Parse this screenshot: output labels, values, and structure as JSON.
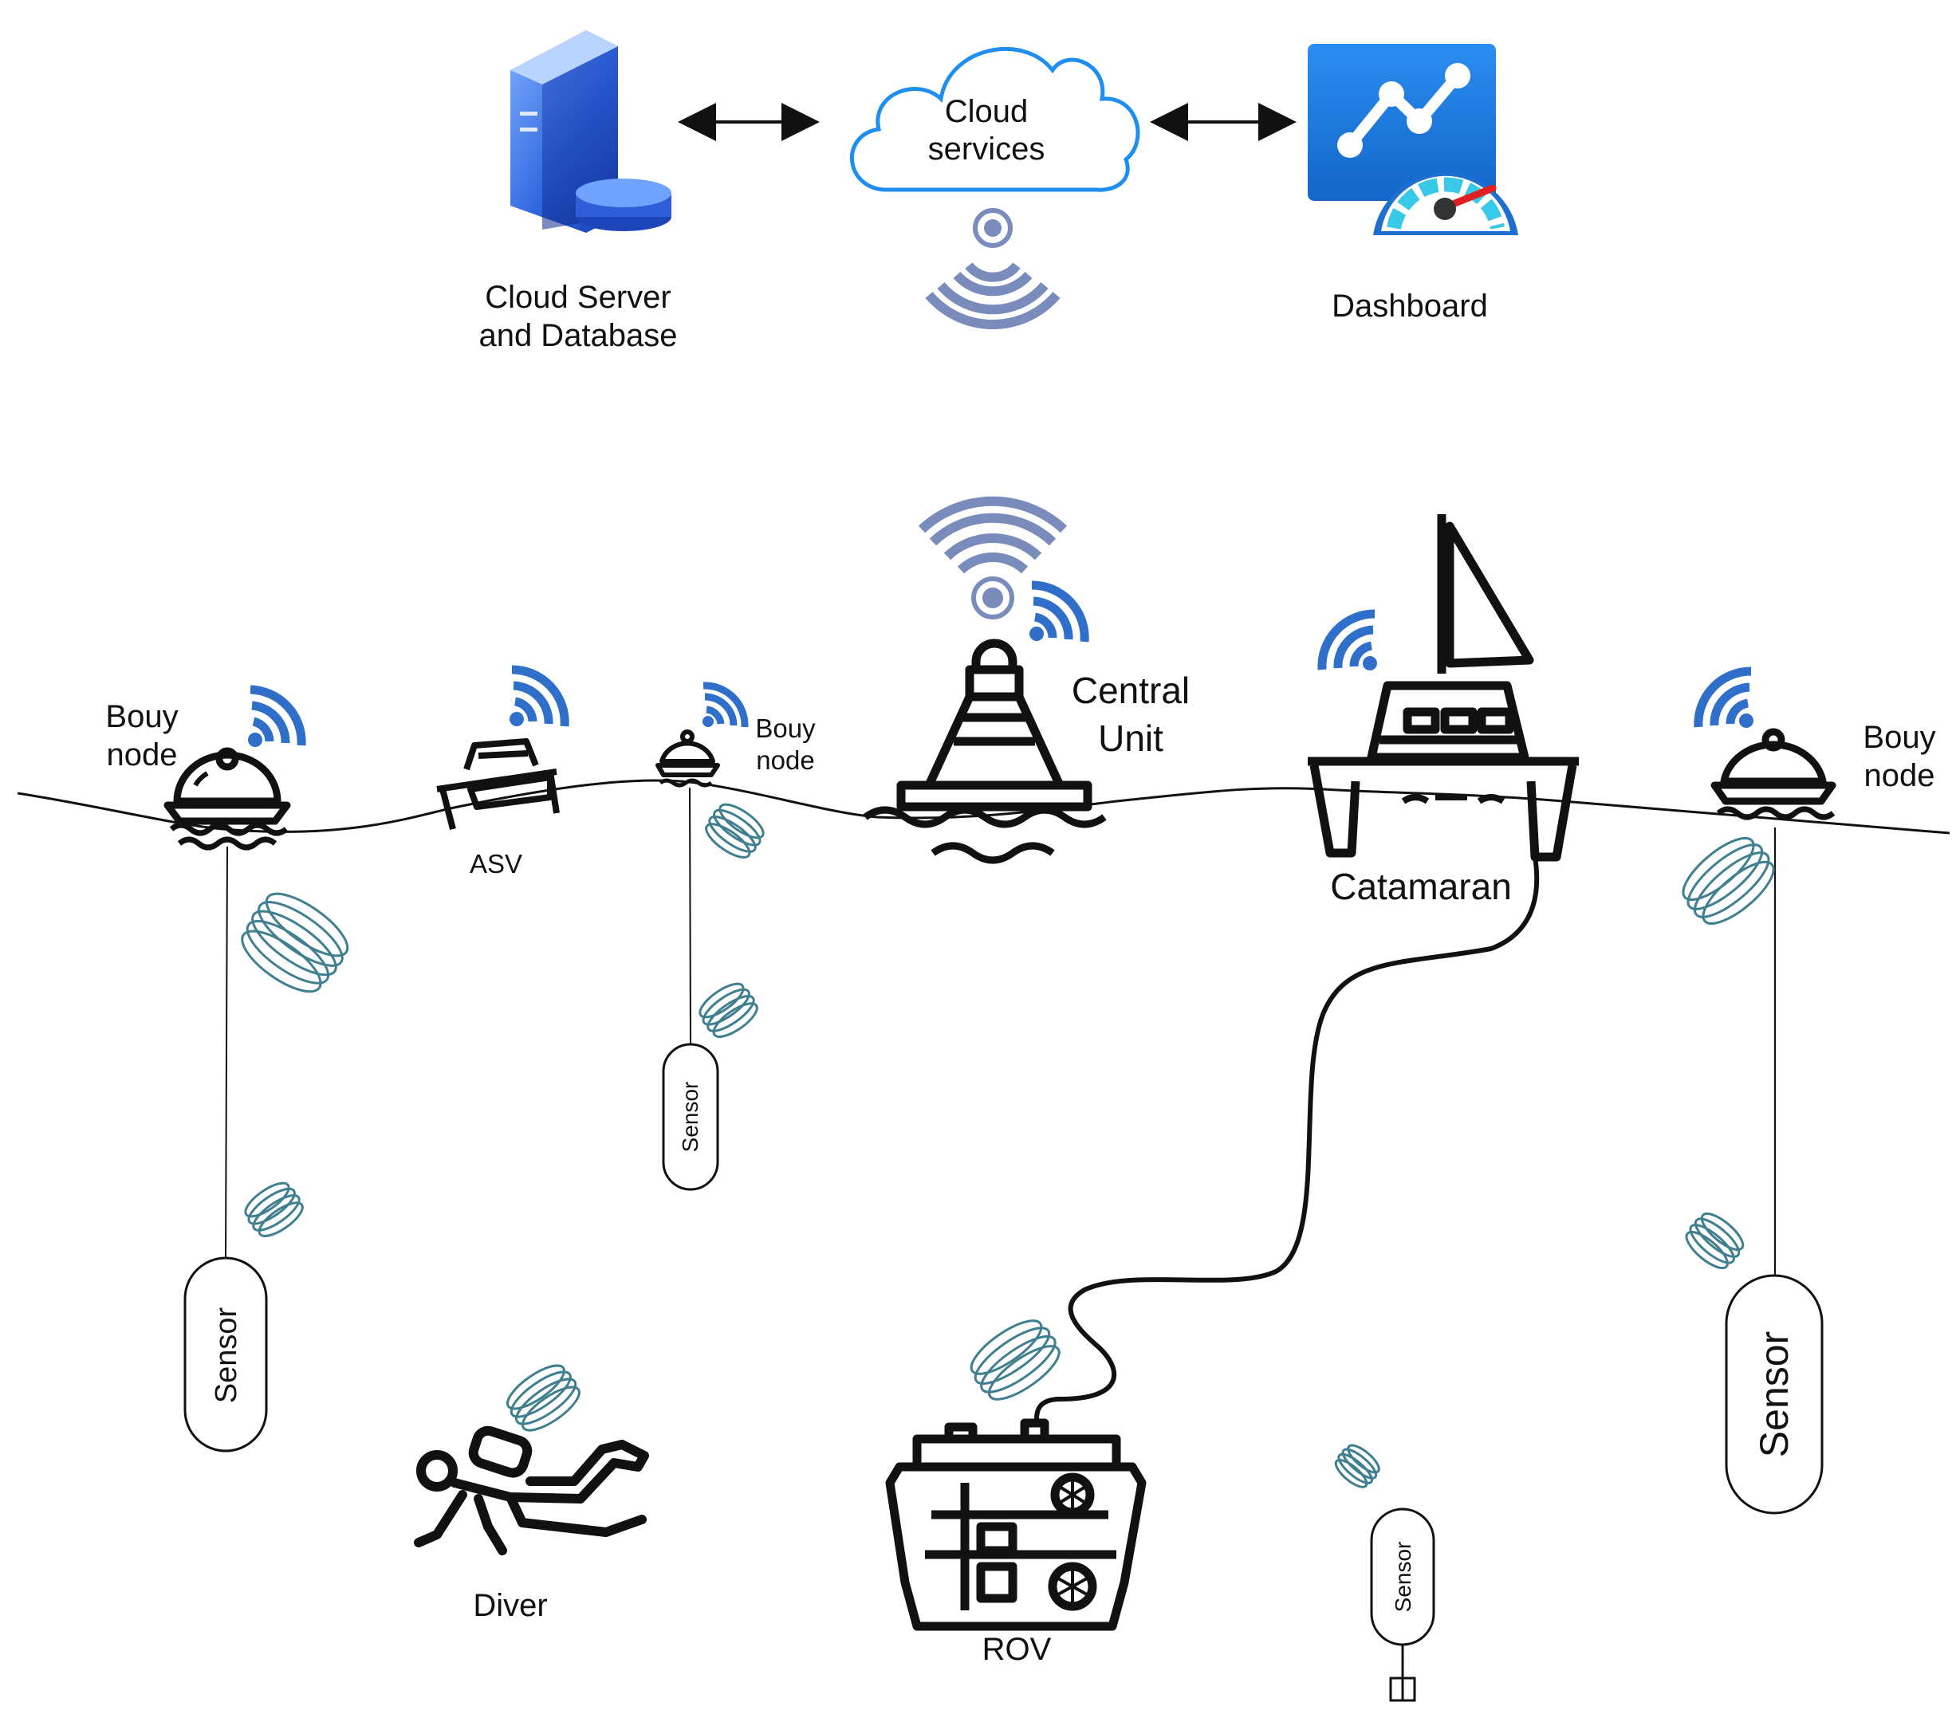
{
  "cloud": {
    "server_label_line1": "Cloud Server",
    "server_label_line2": "and Database",
    "services_label_line1": "Cloud",
    "services_label_line2": "services",
    "dashboard_label": "Dashboard"
  },
  "surface": {
    "bouy_left_line1": "Bouy",
    "bouy_left_line2": "node",
    "asv_label": "ASV",
    "bouy_mid_line1": "Bouy",
    "bouy_mid_line2": "node",
    "central_line1": "Central",
    "central_line2": "Unit",
    "catamaran_label": "Catamaran",
    "bouy_right_line1": "Bouy",
    "bouy_right_line2": "node"
  },
  "underwater": {
    "sensor_left": "Sensor",
    "sensor_mid": "Sensor",
    "sensor_right": "Sensor",
    "sensor_bottom": "Sensor",
    "diver_label": "Diver",
    "rov_label": "ROV"
  },
  "colors": {
    "wifi_blue": "#2f6fc9",
    "wifi_slate": "#7a8cbc",
    "acoustic_teal": "#3f7f8f",
    "dashboard_blue": "#1f7fdc",
    "gauge_cyan": "#38c8e8",
    "needle_red": "#e02020"
  },
  "icons": [
    "server-database-icon",
    "cloud-icon",
    "dashboard-chart-icon",
    "wifi-icon",
    "acoustic-wave-icon",
    "buoy-icon",
    "asv-icon",
    "central-buoy-icon",
    "catamaran-icon",
    "diver-icon",
    "rov-icon"
  ]
}
